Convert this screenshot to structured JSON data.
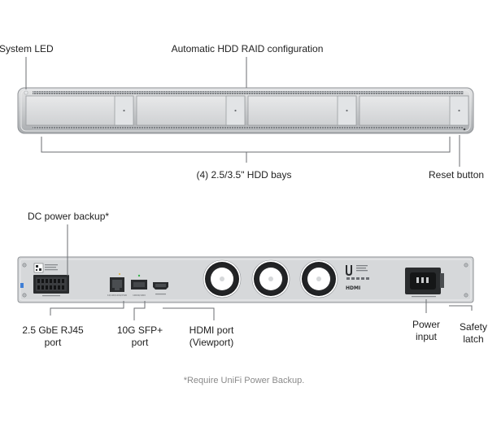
{
  "front_labels": {
    "system_led": "System LED",
    "raid": "Automatic HDD RAID configuration",
    "hdd_bays": "(4) 2.5/3.5\" HDD bays",
    "reset": "Reset button"
  },
  "rear_labels": {
    "dc_power": "DC power backup*",
    "rj45": [
      "2.5 GbE RJ45",
      "port"
    ],
    "sfp": [
      "10G SFP+",
      "port"
    ],
    "hdmi": [
      "HDMI port",
      "(Viewport)"
    ],
    "power": [
      "Power",
      "input"
    ],
    "latch": [
      "Safety",
      "latch"
    ]
  },
  "panel_text": {
    "hdmi_logo": "HDMI",
    "port_rj45": "10/100/1000/2500",
    "port_sfp": "10000/1000"
  },
  "footnote": "*Require UniFi Power Backup.",
  "colors": {
    "chassis": "#c9cbcd",
    "chassis_edge": "#9a9da0",
    "bay": "#dcdee0",
    "leader": "#6b6e72",
    "text": "#1f1f1f",
    "footnote": "#8a8a8a",
    "port_dark": "#2a2c2e"
  }
}
